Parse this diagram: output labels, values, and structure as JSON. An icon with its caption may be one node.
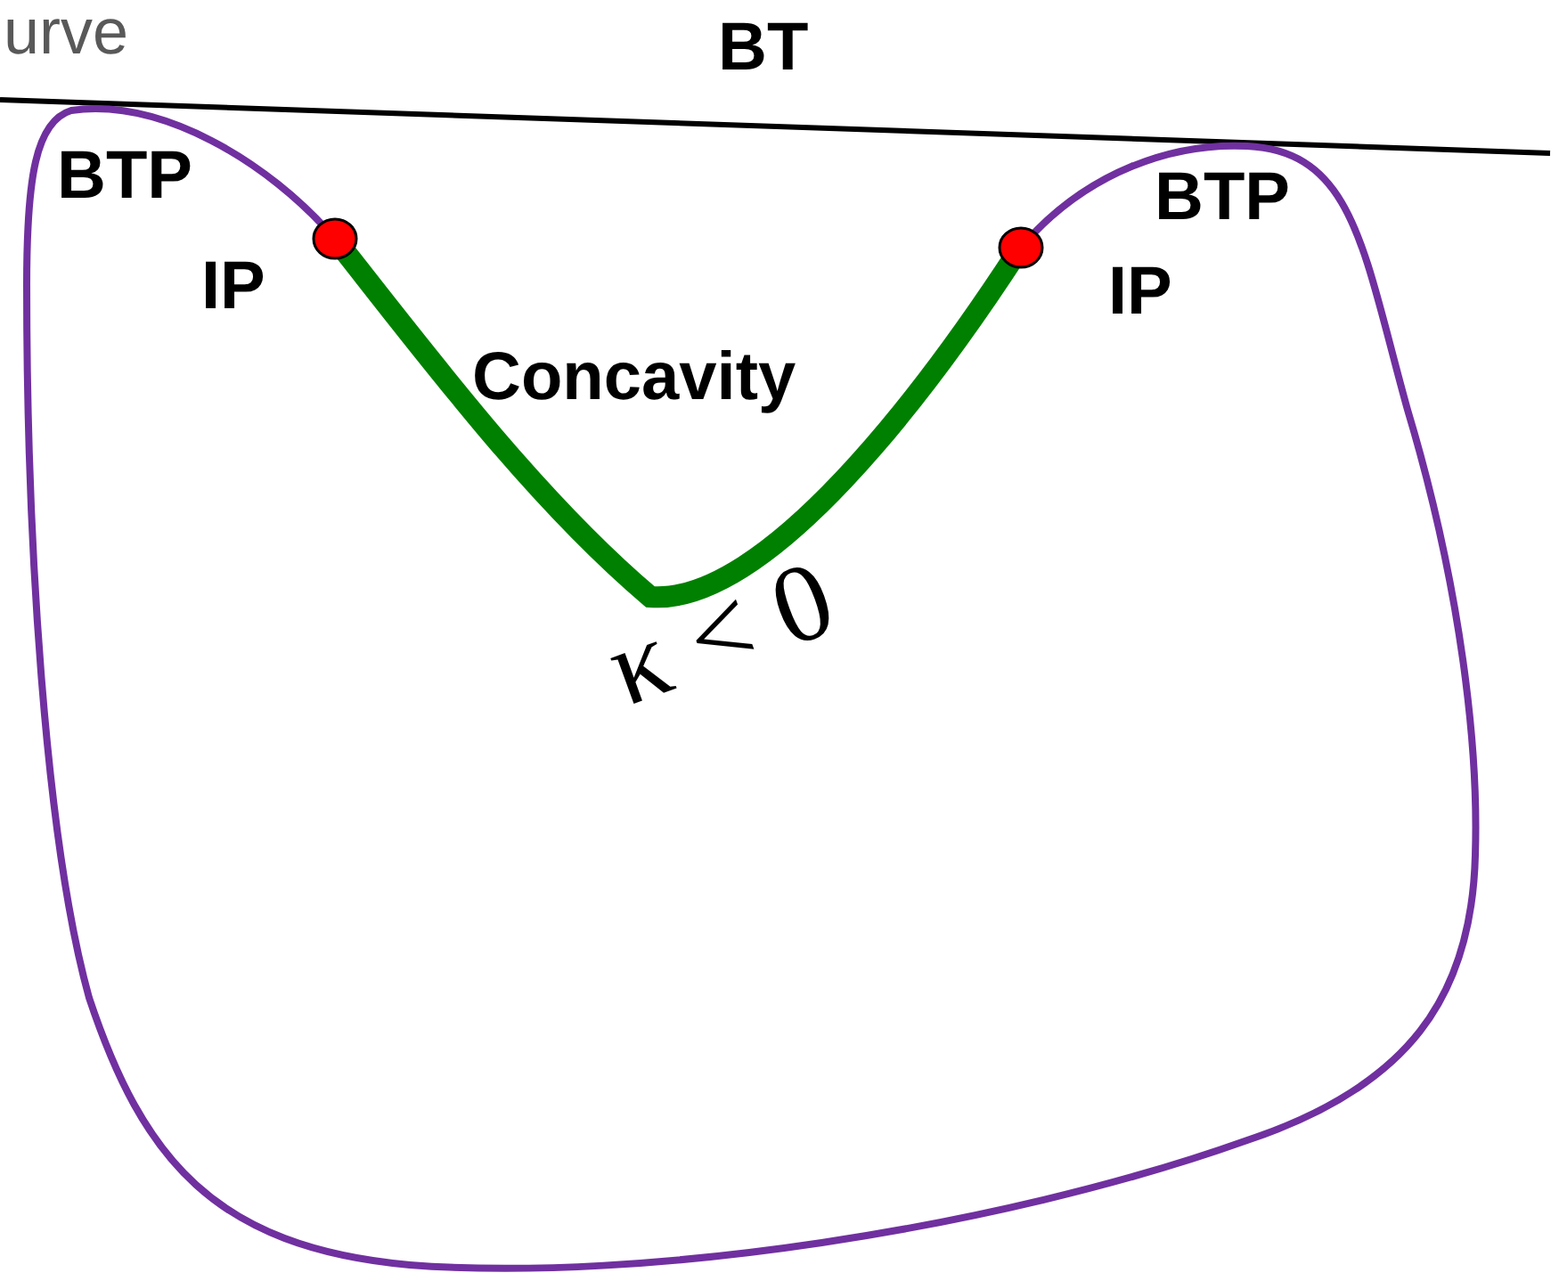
{
  "diagram": {
    "labels": [
      "urve",
      "BT",
      "BTP",
      "BTP",
      "IP",
      "IP",
      "Concavity",
      "κ < 0"
    ]
  }
}
